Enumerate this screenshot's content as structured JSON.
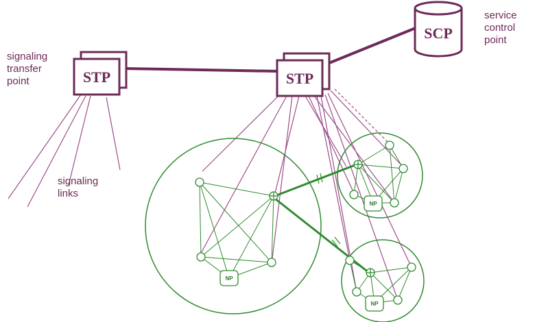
{
  "labels": {
    "stp_left": "STP",
    "stp_center": "STP",
    "scp": "SCP",
    "np": "NP",
    "signaling_transfer_point": [
      "signaling",
      "transfer",
      "point"
    ],
    "service_control_point": [
      "service",
      "control",
      "point"
    ],
    "signaling_links": [
      "signaling",
      "links"
    ]
  },
  "colors": {
    "signaling": "#6d2a57",
    "network": "#2f8a2f"
  }
}
